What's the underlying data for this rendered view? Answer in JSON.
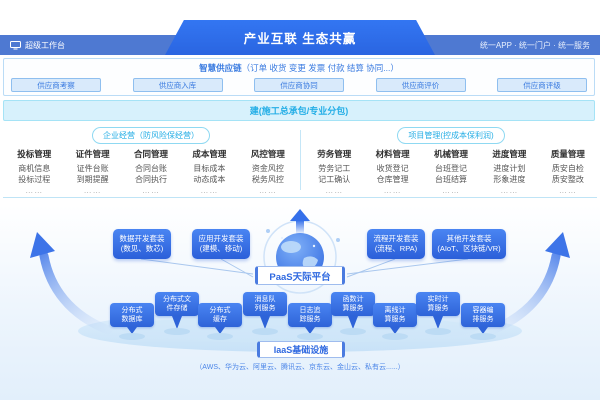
{
  "header": {
    "workbench_label": "超级工作台",
    "banner_title": "产业互联  生态共赢",
    "unified_label": "统一APP · 统一门户 · 统一服务"
  },
  "supply_chain": {
    "title": "智慧供应链",
    "subtitle": "（订单 收货 变更 发票 付款 结算 协同...）",
    "buttons": [
      "供应商考察",
      "供应商入库",
      "供应商协同",
      "供应商评价",
      "供应商评级"
    ]
  },
  "construction": {
    "bar_label": "建(施工总承包/专业分包)"
  },
  "enterprise": {
    "badge": "企业经营（防风险保经营）",
    "columns": [
      {
        "header": "投标管理",
        "items": [
          "商机信息",
          "投标过程",
          "……"
        ]
      },
      {
        "header": "证件管理",
        "items": [
          "证件台账",
          "到期提醒",
          "……"
        ]
      },
      {
        "header": "合同管理",
        "items": [
          "合同台账",
          "合同执行",
          "……"
        ]
      },
      {
        "header": "成本管理",
        "items": [
          "目标成本",
          "动态成本",
          "……"
        ]
      },
      {
        "header": "风控管理",
        "items": [
          "资金风控",
          "税务风控",
          "……"
        ]
      }
    ]
  },
  "project": {
    "badge": "项目管理(控成本保利润)",
    "columns": [
      {
        "header": "劳务管理",
        "items": [
          "劳务记工",
          "记工确认",
          "……"
        ]
      },
      {
        "header": "材料管理",
        "items": [
          "收货登记",
          "仓库管理",
          "……"
        ]
      },
      {
        "header": "机械管理",
        "items": [
          "台班登记",
          "台班结算",
          "……"
        ]
      },
      {
        "header": "进度管理",
        "items": [
          "进度计划",
          "形象进度",
          "……"
        ]
      },
      {
        "header": "质量管理",
        "items": [
          "质安自检",
          "质安整改",
          "……"
        ]
      }
    ]
  },
  "paas": {
    "platform_label": "PaaS天际平台",
    "suites": [
      {
        "line1": "数据开发套装",
        "line2": "(数见、数芯)"
      },
      {
        "line1": "应用开发套装",
        "line2": "(建模、移动)"
      },
      {
        "line1": "流程开发套装",
        "line2": "(流程、RPA)"
      },
      {
        "line1": "其他开发套装",
        "line2": "(AIoT、区块链/VR)"
      }
    ]
  },
  "iaas": {
    "platform_label": "IaaS基础设施",
    "providers": "（AWS、华为云、阿里云、腾讯云、京东云、金山云、私有云......）",
    "services": [
      {
        "line1": "分布式",
        "line2": "数据库"
      },
      {
        "line1": "分布式文",
        "line2": "件存储"
      },
      {
        "line1": "分布式",
        "line2": "缓存"
      },
      {
        "line1": "消息队",
        "line2": "列服务"
      },
      {
        "line1": "日志追",
        "line2": "踪服务"
      },
      {
        "line1": "函数计",
        "line2": "算服务"
      },
      {
        "line1": "离线计",
        "line2": "算服务"
      },
      {
        "line1": "实时计",
        "line2": "算服务"
      },
      {
        "line1": "容器编",
        "line2": "排服务"
      }
    ]
  },
  "colors": {
    "topbar_blue": "#4E79D2",
    "banner_blue": "#2B65E1",
    "accent_blue": "#3A7BE0",
    "cyan_accent": "#24AEE6",
    "box_blue": "#3B74E8",
    "light_cyan_bg": "#D7F1FC",
    "light_blue_bg": "#D9EAFB"
  }
}
